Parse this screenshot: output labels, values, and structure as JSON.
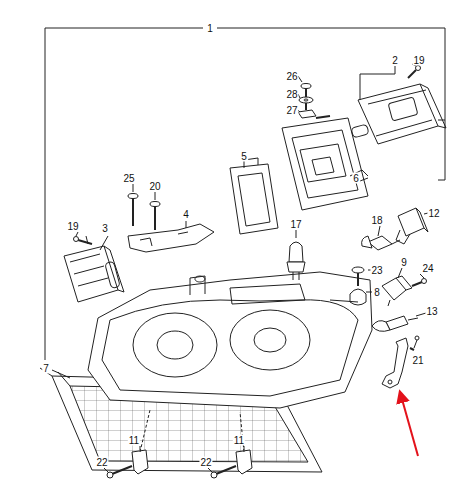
{
  "diagram": {
    "labels": [
      "1",
      "2",
      "19",
      "26",
      "28",
      "27",
      "5",
      "6",
      "25",
      "20",
      "4",
      "19",
      "3",
      "18",
      "12",
      "17",
      "23",
      "9",
      "24",
      "8",
      "13",
      "7",
      "21",
      "11",
      "22",
      "11",
      "22"
    ]
  }
}
